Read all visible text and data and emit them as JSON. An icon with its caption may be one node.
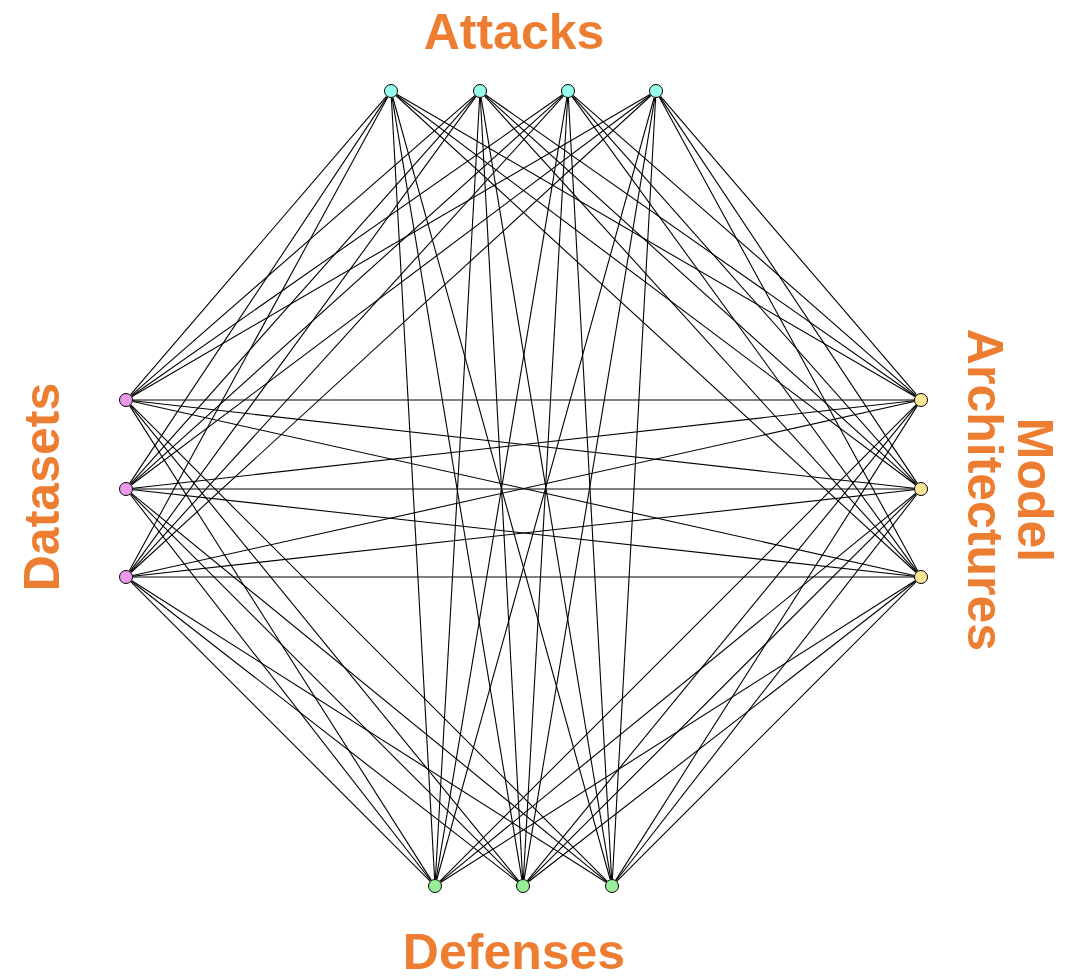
{
  "diagram": {
    "nodes": [
      {
        "text": [],
        "shape": "circle"
      },
      {
        "text": [],
        "shape": "circle"
      },
      {
        "text": [],
        "shape": "circle"
      },
      {
        "text": [],
        "shape": "circle"
      },
      {
        "text": [],
        "shape": "circle"
      },
      {
        "text": [],
        "shape": "circle"
      },
      {
        "text": [],
        "shape": "circle"
      },
      {
        "text": [],
        "shape": "circle"
      },
      {
        "text": [],
        "shape": "circle"
      },
      {
        "text": [],
        "shape": "circle"
      },
      {
        "text": [],
        "shape": "circle"
      },
      {
        "text": [],
        "shape": "circle"
      },
      {
        "text": [],
        "shape": "circle"
      }
    ],
    "edges": [
      {
        "from": 0,
        "to": 4,
        "arrow": "none"
      },
      {
        "from": 0,
        "to": 6,
        "arrow": "none"
      },
      {
        "from": 0,
        "to": 8,
        "arrow": "none"
      },
      {
        "from": 1,
        "to": 4,
        "arrow": "none"
      },
      {
        "from": 1,
        "to": 6,
        "arrow": "none"
      },
      {
        "from": 1,
        "to": 8,
        "arrow": "none"
      },
      {
        "from": 2,
        "to": 4,
        "arrow": "none"
      },
      {
        "from": 2,
        "to": 6,
        "arrow": "none"
      },
      {
        "from": 2,
        "to": 8,
        "arrow": "none"
      },
      {
        "from": 3,
        "to": 4,
        "arrow": "none"
      },
      {
        "from": 3,
        "to": 6,
        "arrow": "none"
      },
      {
        "from": 3,
        "to": 8,
        "arrow": "none"
      },
      {
        "from": 0,
        "to": 5,
        "arrow": "none"
      },
      {
        "from": 0,
        "to": 7,
        "arrow": "none"
      },
      {
        "from": 0,
        "to": 9,
        "arrow": "none"
      },
      {
        "from": 1,
        "to": 5,
        "arrow": "none"
      },
      {
        "from": 1,
        "to": 7,
        "arrow": "none"
      },
      {
        "from": 1,
        "to": 9,
        "arrow": "none"
      },
      {
        "from": 2,
        "to": 5,
        "arrow": "none"
      },
      {
        "from": 2,
        "to": 7,
        "arrow": "none"
      },
      {
        "from": 2,
        "to": 9,
        "arrow": "none"
      },
      {
        "from": 3,
        "to": 5,
        "arrow": "none"
      },
      {
        "from": 3,
        "to": 7,
        "arrow": "none"
      },
      {
        "from": 3,
        "to": 9,
        "arrow": "none"
      },
      {
        "from": 0,
        "to": 10,
        "arrow": "none"
      },
      {
        "from": 0,
        "to": 11,
        "arrow": "none"
      },
      {
        "from": 0,
        "to": 12,
        "arrow": "none"
      },
      {
        "from": 1,
        "to": 10,
        "arrow": "none"
      },
      {
        "from": 1,
        "to": 11,
        "arrow": "none"
      },
      {
        "from": 1,
        "to": 12,
        "arrow": "none"
      },
      {
        "from": 2,
        "to": 10,
        "arrow": "none"
      },
      {
        "from": 2,
        "to": 11,
        "arrow": "none"
      },
      {
        "from": 2,
        "to": 12,
        "arrow": "none"
      },
      {
        "from": 3,
        "to": 10,
        "arrow": "none"
      },
      {
        "from": 3,
        "to": 11,
        "arrow": "none"
      },
      {
        "from": 3,
        "to": 12,
        "arrow": "none"
      },
      {
        "from": 4,
        "to": 5,
        "arrow": "none"
      },
      {
        "from": 4,
        "to": 7,
        "arrow": "none"
      },
      {
        "from": 4,
        "to": 9,
        "arrow": "none"
      },
      {
        "from": 6,
        "to": 5,
        "arrow": "none"
      },
      {
        "from": 6,
        "to": 7,
        "arrow": "none"
      },
      {
        "from": 6,
        "to": 9,
        "arrow": "none"
      },
      {
        "from": 8,
        "to": 5,
        "arrow": "none"
      },
      {
        "from": 8,
        "to": 7,
        "arrow": "none"
      },
      {
        "from": 8,
        "to": 9,
        "arrow": "none"
      },
      {
        "from": 4,
        "to": 10,
        "arrow": "none"
      },
      {
        "from": 4,
        "to": 11,
        "arrow": "none"
      },
      {
        "from": 4,
        "to": 12,
        "arrow": "none"
      },
      {
        "from": 6,
        "to": 10,
        "arrow": "none"
      },
      {
        "from": 6,
        "to": 11,
        "arrow": "none"
      },
      {
        "from": 6,
        "to": 12,
        "arrow": "none"
      },
      {
        "from": 8,
        "to": 10,
        "arrow": "none"
      },
      {
        "from": 8,
        "to": 11,
        "arrow": "none"
      },
      {
        "from": 8,
        "to": 12,
        "arrow": "none"
      },
      {
        "from": 5,
        "to": 10,
        "arrow": "none"
      },
      {
        "from": 5,
        "to": 11,
        "arrow": "none"
      },
      {
        "from": 5,
        "to": 12,
        "arrow": "none"
      },
      {
        "from": 7,
        "to": 10,
        "arrow": "none"
      },
      {
        "from": 7,
        "to": 11,
        "arrow": "none"
      },
      {
        "from": 7,
        "to": 12,
        "arrow": "none"
      },
      {
        "from": 9,
        "to": 10,
        "arrow": "none"
      },
      {
        "from": 9,
        "to": 11,
        "arrow": "none"
      },
      {
        "from": 9,
        "to": 12,
        "arrow": "none"
      }
    ],
    "labels": [
      "Attacks",
      "Datasets",
      "Model Architectures",
      "Defenses"
    ]
  }
}
